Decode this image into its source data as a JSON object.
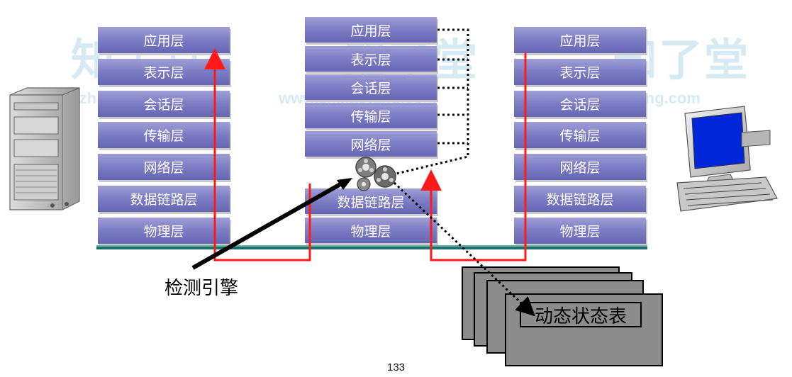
{
  "watermark": {
    "brand": "知了堂",
    "url": "www.zhiliaotang.com"
  },
  "left_stack": [
    "应用层",
    "表示层",
    "会话层",
    "传输层",
    "网络层",
    "数据链路层",
    "物理层"
  ],
  "firewall_stack": [
    "应用层",
    "表示层",
    "会话层",
    "传输层",
    "网络层",
    "数据链路层",
    "物理层"
  ],
  "right_stack": [
    "应用层",
    "表示层",
    "会话层",
    "传输层",
    "网络层",
    "数据链路层",
    "物理层"
  ],
  "engine_label": "检测引擎",
  "table_label": "动态状态表",
  "page_number": "133",
  "colors": {
    "layer": "#7f7fc6",
    "flow": "#ff1a1a",
    "network_line": "#1f6f6a",
    "card": "#8c8c8c"
  },
  "icons": {
    "left": "server-tower-icon",
    "right": "desktop-computer-icon",
    "engine": "gears-icon"
  }
}
